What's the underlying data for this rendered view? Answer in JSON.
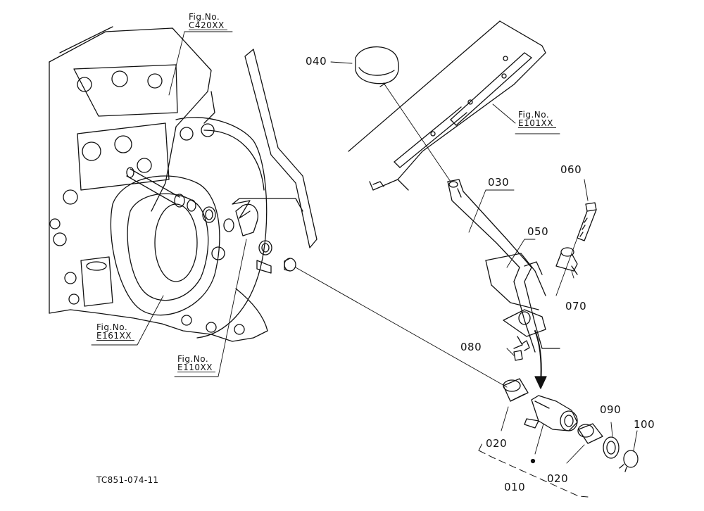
{
  "figure_refs": {
    "c420": {
      "prefix": "Fig.No.",
      "code": "C420XX"
    },
    "e101": {
      "prefix": "Fig.No.",
      "code": "E101XX"
    },
    "e161": {
      "prefix": "Fig.No.",
      "code": "E161XX"
    },
    "e110": {
      "prefix": "Fig.No.",
      "code": "E110XX"
    }
  },
  "part_numbers": {
    "p040": "040",
    "p030": "030",
    "p060": "060",
    "p050": "050",
    "p070": "070",
    "p080": "080",
    "p020a": "020",
    "p020b": "020",
    "p090": "090",
    "p100": "100",
    "p010": "010"
  },
  "drawing_code": "TC851-074-11",
  "colors": {
    "ink": "#111111",
    "background": "#ffffff"
  }
}
